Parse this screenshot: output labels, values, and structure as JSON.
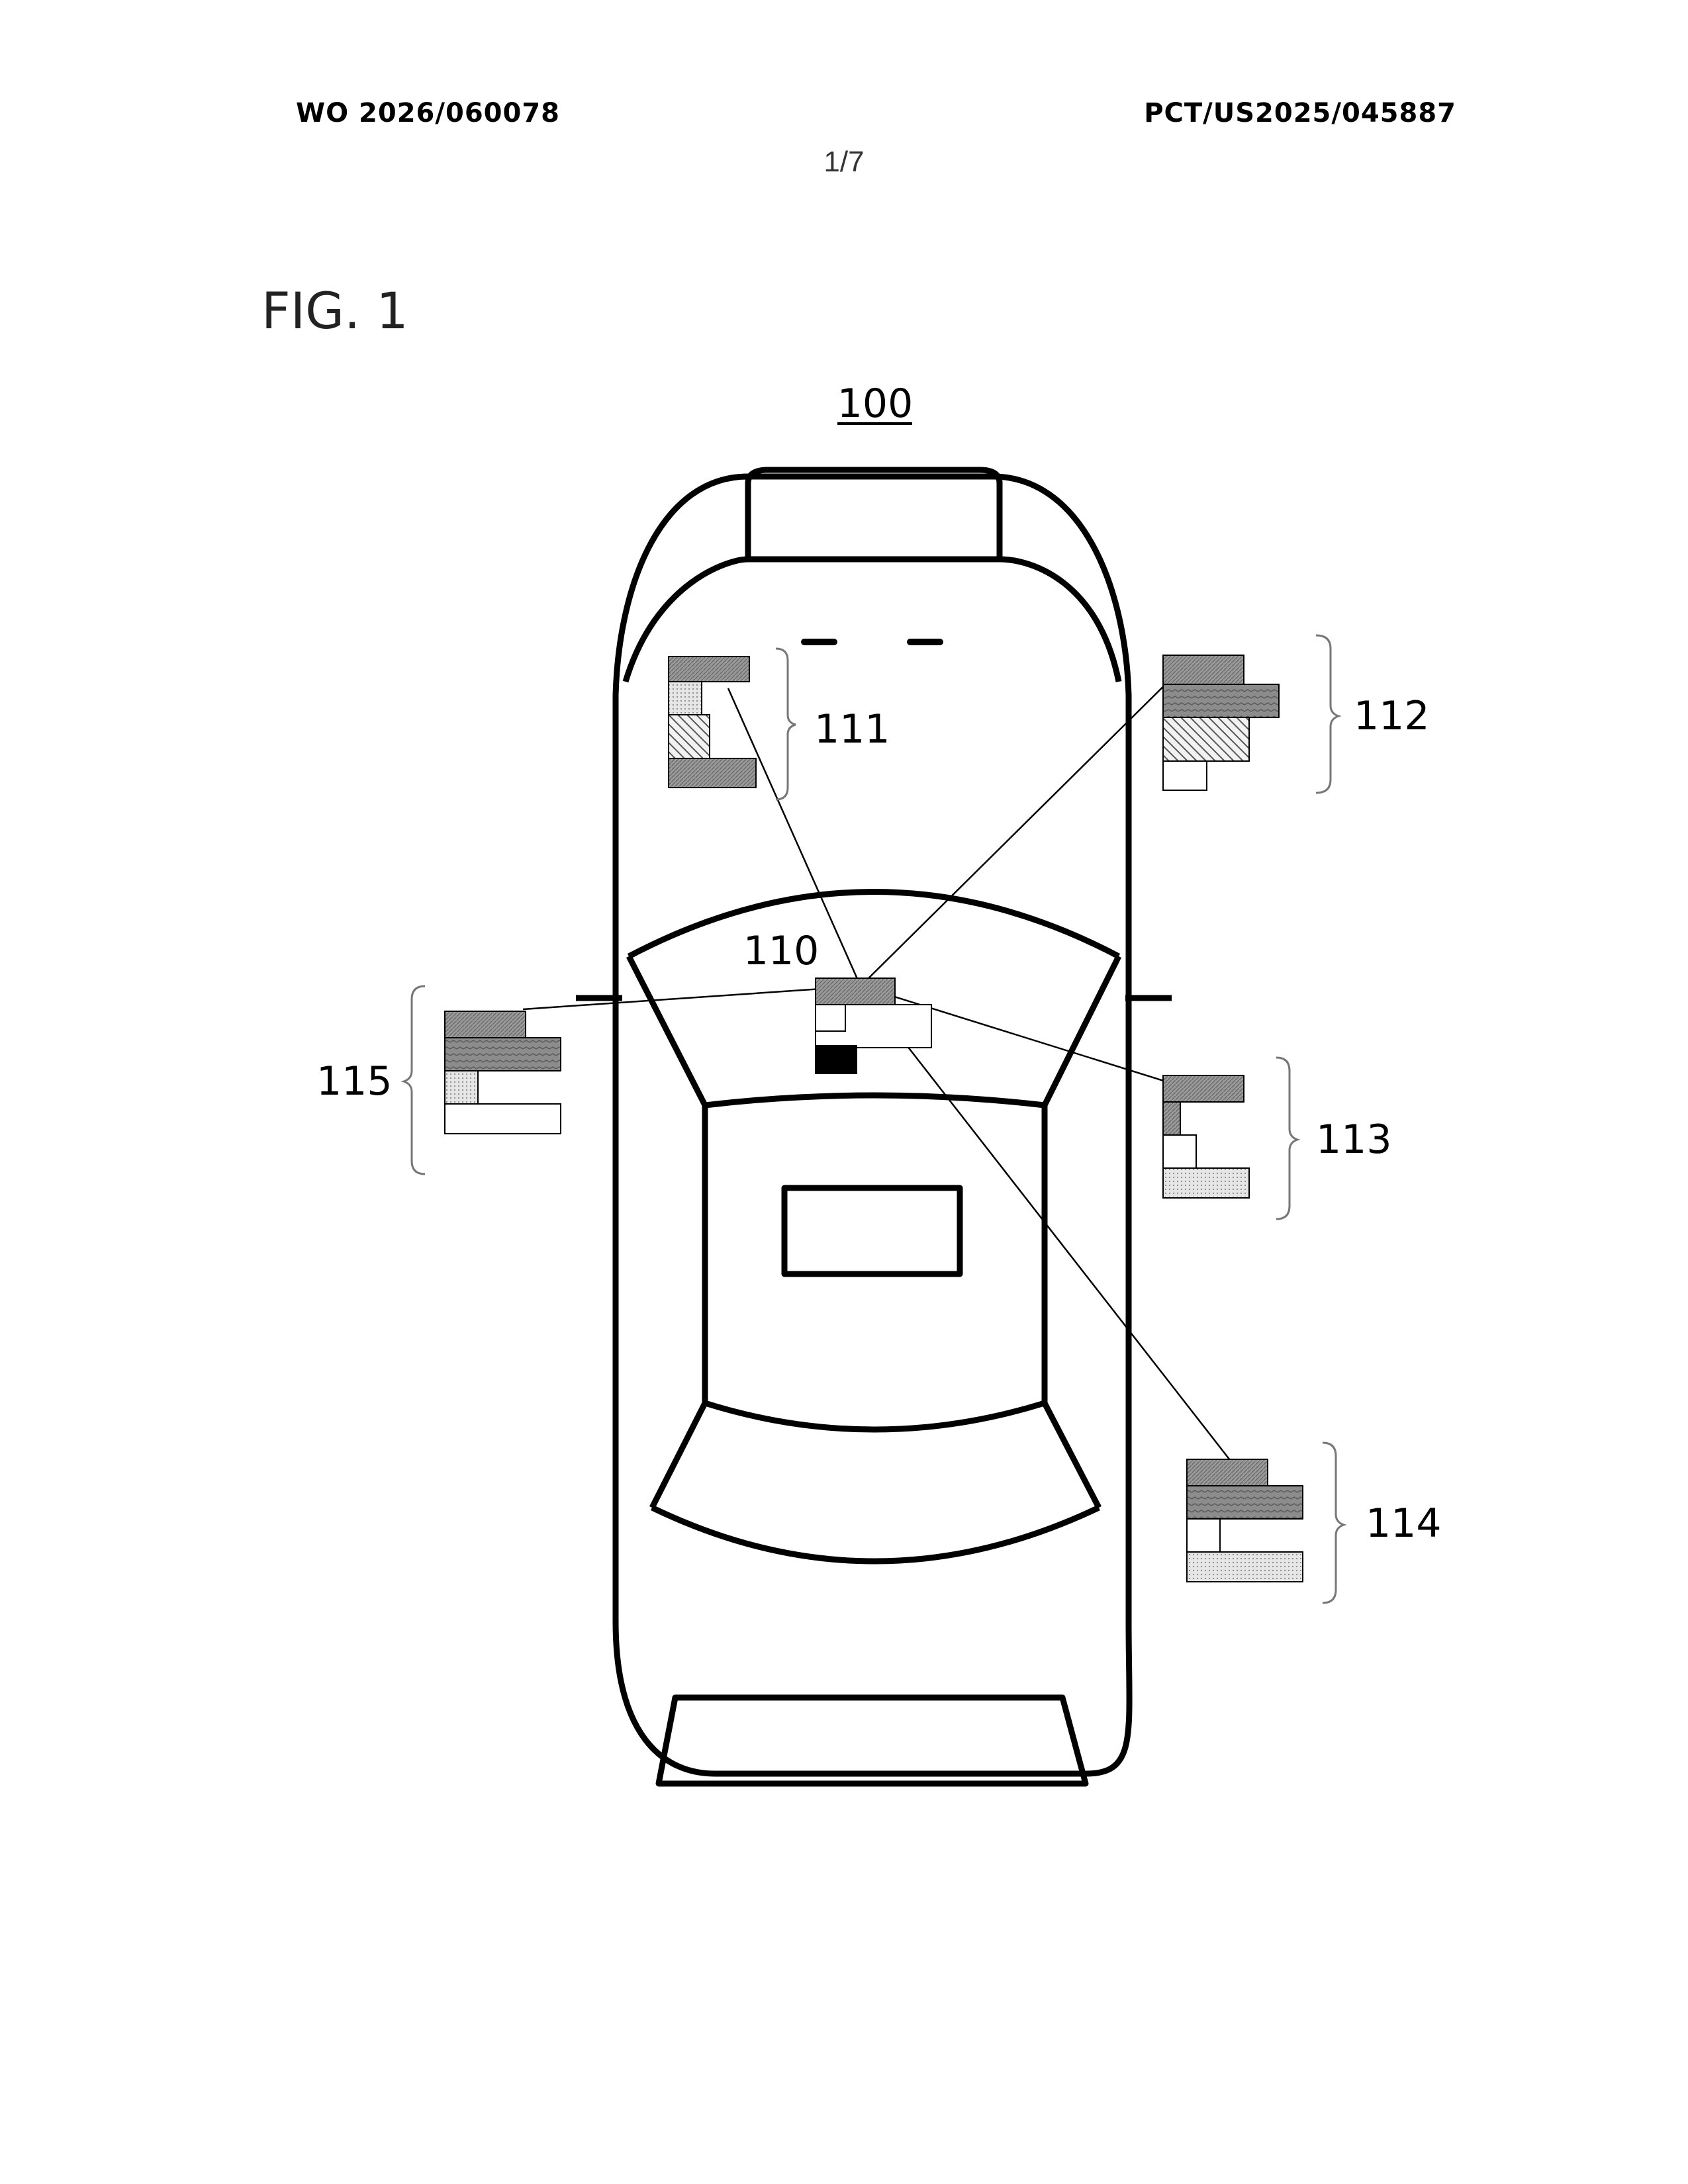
{
  "header": {
    "publication_number": "WO 2026/060078",
    "application_number": "PCT/US2025/045887",
    "sheet": "1/7"
  },
  "figure": {
    "label": "FIG. 1",
    "refs": {
      "vehicle": "100",
      "central": "110",
      "module_111": "111",
      "module_112": "112",
      "module_113": "113",
      "module_114": "114",
      "module_115": "115"
    }
  },
  "colors": {
    "ink": "#000000",
    "dark_gray": "#8a8a8a",
    "mid_gray": "#a8a8a8",
    "light_dot": "#d8d8d8",
    "black_fill": "#000000"
  }
}
